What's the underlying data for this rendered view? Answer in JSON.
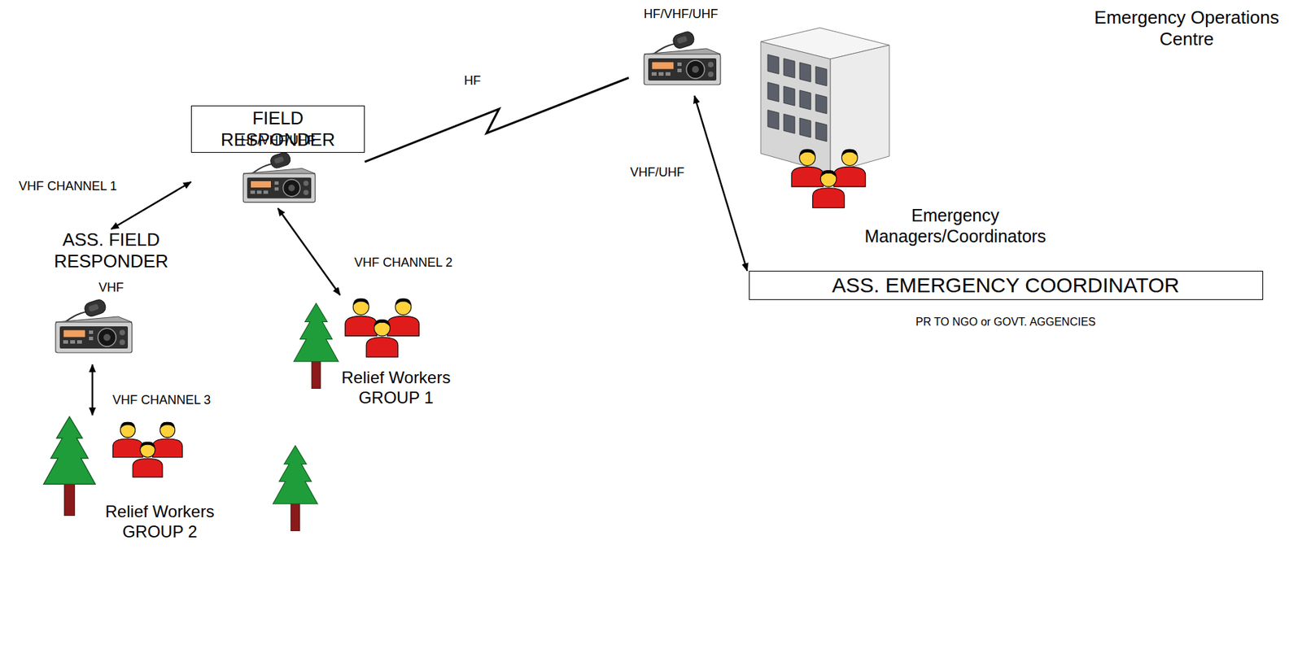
{
  "diagram": {
    "nodes": [
      {
        "text": [
          "FIELD RESPONDER",
          "HF/VHF/UHF"
        ]
      },
      {
        "text": [
          "HF/VHF/UHF"
        ]
      },
      {
        "text": [
          "Emergency Operations Centre",
          "Emergency Managers/Coordinators"
        ]
      },
      {
        "text": [
          "ASS. FIELD RESPONDER",
          "VHF"
        ]
      },
      {
        "text": [
          "Relief Workers GROUP 1"
        ]
      },
      {
        "text": [
          "ASS. EMERGENCY COORDINATOR",
          "PR TO NGO or GOVT. AGGENCIES"
        ]
      },
      {
        "text": [
          "Relief Workers GROUP 2"
        ]
      }
    ],
    "edges": [
      {
        "from": 0,
        "to": 1,
        "arrow": "none",
        "label": "HF"
      },
      {
        "from": 0,
        "to": 3,
        "arrow": "both",
        "label": "VHF CHANNEL 1"
      },
      {
        "from": 0,
        "to": 4,
        "arrow": "both",
        "label": "VHF CHANNEL 2"
      },
      {
        "from": 3,
        "to": 6,
        "arrow": "both",
        "label": "VHF CHANNEL 3"
      },
      {
        "from": 1,
        "to": 5,
        "arrow": "both",
        "label": "VHF/UHF"
      }
    ]
  }
}
